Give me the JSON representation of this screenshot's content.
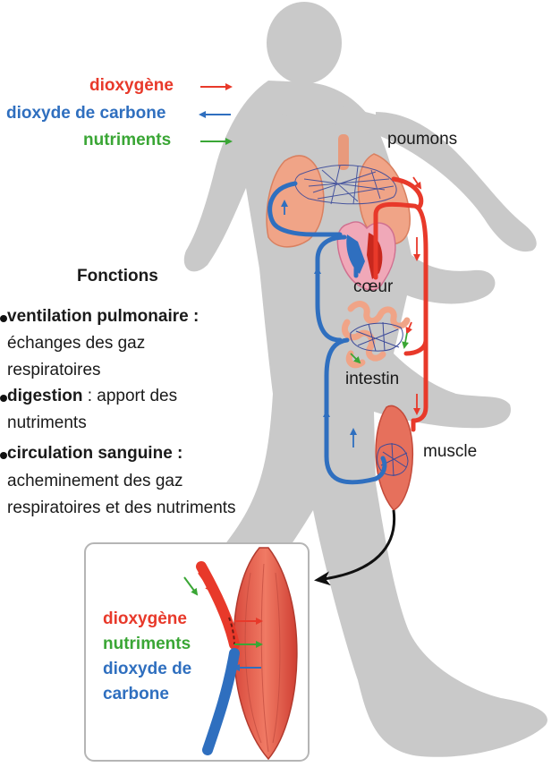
{
  "legend": [
    {
      "label": "dioxygène",
      "color": "#e8392a",
      "icon": "right-arrow"
    },
    {
      "label": "dioxyde de carbone",
      "color": "#2f6fbf",
      "icon": "left-arrow"
    },
    {
      "label": "nutriments",
      "color": "#3aa635",
      "icon": "right-arrow"
    }
  ],
  "organs": {
    "lungs": "poumons",
    "heart": "cœur",
    "intestine": "intestin",
    "muscle": "muscle"
  },
  "functions": {
    "title": "Fonctions",
    "items": [
      {
        "bold": "ventilation pulmonaire :",
        "text_lines": [
          "échanges des gaz",
          "respiratoires"
        ]
      },
      {
        "bold": "digestion",
        "inline": " : apport des",
        "text_lines": [
          "nutriments"
        ]
      },
      {
        "bold": "circulation sanguine :",
        "text_lines": [
          "acheminement des gaz",
          "respiratoires et des nutriments"
        ]
      }
    ]
  },
  "inset": {
    "labels": [
      {
        "text": "dioxygène",
        "color": "#e8392a"
      },
      {
        "text": "nutriments",
        "color": "#3aa635"
      },
      {
        "text": "dioxyde de",
        "color": "#2f6fbf"
      },
      {
        "text": "carbone",
        "color": "#2f6fbf"
      }
    ]
  },
  "colors": {
    "runner": "#c9c9c9",
    "oxygenated_blood": "#e8392a",
    "deoxygenated_blood": "#2f6fbf",
    "organ_fill": "#f0a487",
    "inset_border": "#b5b5b5"
  }
}
